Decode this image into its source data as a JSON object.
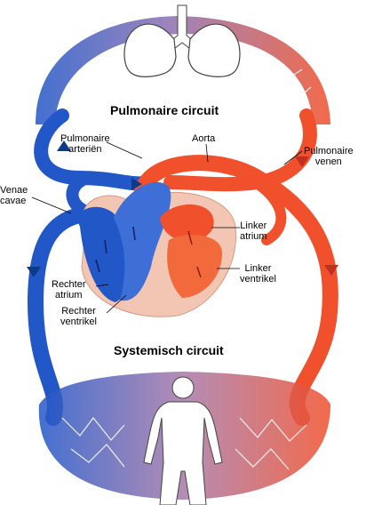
{
  "titles": {
    "pulmonary": "Pulmonaire circuit",
    "systemic": "Systemisch circuit"
  },
  "labels": {
    "pulmonary_arteries": [
      "Pulmonaire",
      "arteriën"
    ],
    "aorta": "Aorta",
    "pulmonary_veins": [
      "Pulmonaire",
      "venen"
    ],
    "venae_cavae": [
      "Venae",
      "cavae"
    ],
    "left_atrium": [
      "Linker",
      "atrium"
    ],
    "left_ventricle": [
      "Linker",
      "ventrikel"
    ],
    "right_atrium": [
      "Rechter",
      "atrium"
    ],
    "right_ventricle": [
      "Rechter",
      "ventrikel"
    ]
  },
  "colors": {
    "deoxygenated": "#2257c8",
    "oxygenated": "#f0502c",
    "heart_tissue": "#f3c6b4",
    "organ_outline": "#444444"
  },
  "icons": {
    "lungs": "lungs-icon",
    "heart": "heart-icon",
    "body": "human-body-icon"
  }
}
